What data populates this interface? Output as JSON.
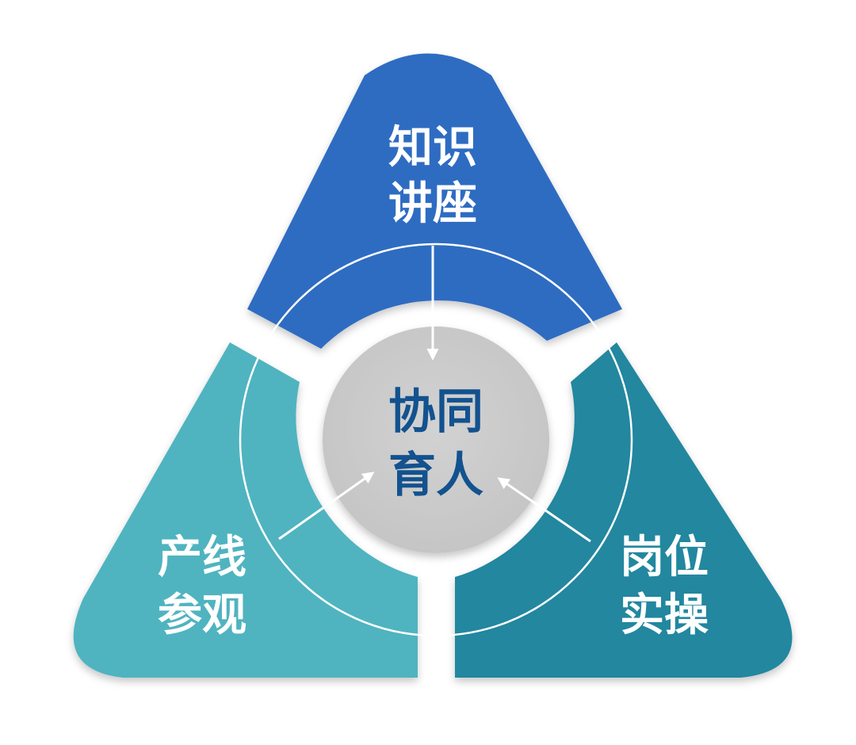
{
  "colors": {
    "top_segment": "#2f6cc2",
    "left_segment": "#4fb4c0",
    "right_segment": "#22879f",
    "center_circle": "#cbcbcb",
    "center_text": "#13528f",
    "segment_text": "#ffffff",
    "ring_and_arrows": "#ffffff"
  },
  "segments": {
    "top": {
      "line1": "知识",
      "line2": "讲座"
    },
    "left": {
      "line1": "产线",
      "line2": "参观"
    },
    "right": {
      "line1": "岗位",
      "line2": "实操"
    }
  },
  "center": {
    "line1": "协同",
    "line2": "育人"
  }
}
